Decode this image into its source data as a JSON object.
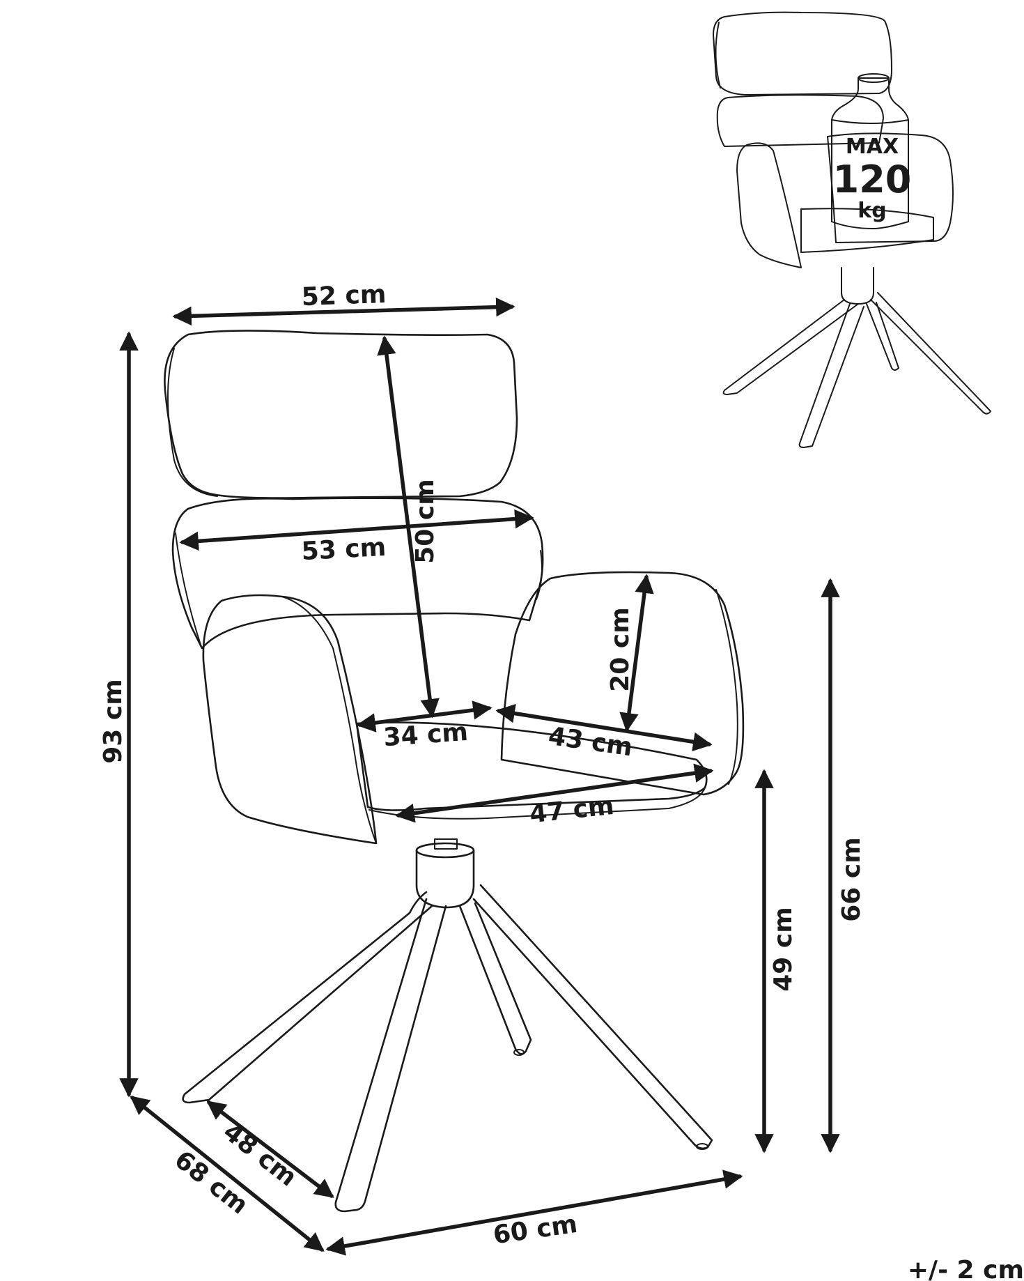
{
  "dimensions": {
    "top_width": "52 cm",
    "back_width": "53 cm",
    "back_height": "50 cm",
    "total_height": "93 cm",
    "armrest_height": "20 cm",
    "seat_depth": "34 cm",
    "armrest_depth": "43 cm",
    "seat_width": "47 cm",
    "total_height_to_armrest": "66 cm",
    "seat_height": "49 cm",
    "total_depth": "68 cm",
    "leg_span_depth": "48 cm",
    "total_width": "60 cm"
  },
  "load_badge": {
    "line1": "MAX",
    "line2": "120",
    "line3": "kg"
  },
  "tolerance": "+/- 2 cm"
}
